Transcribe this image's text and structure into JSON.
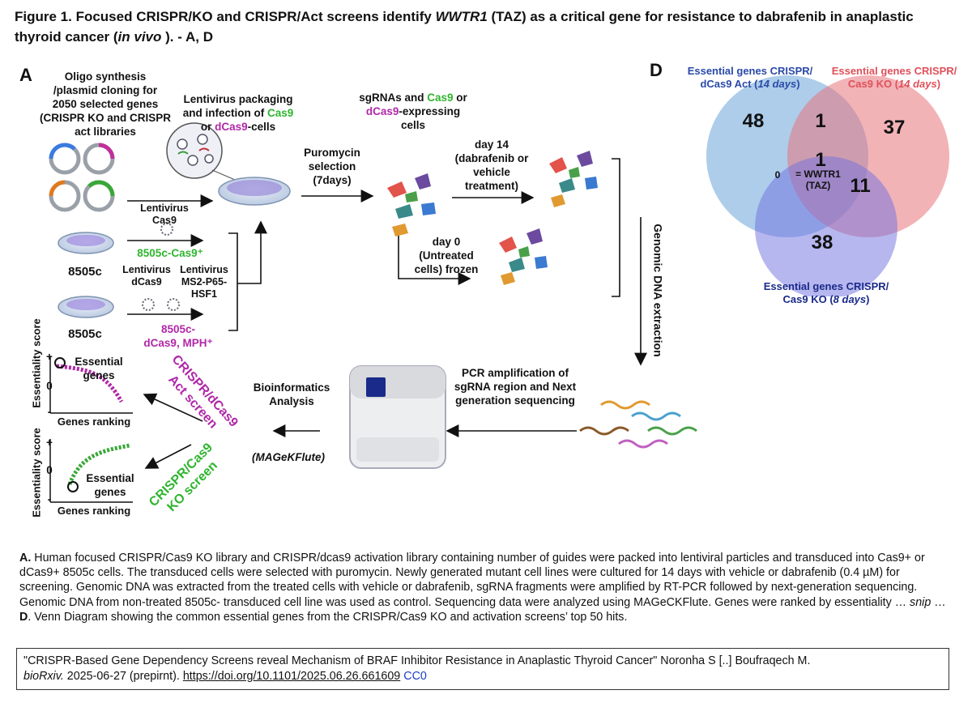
{
  "title": {
    "lead": "Figure 1. Focused CRISPR/KO and CRISPR/Act screens identify ",
    "gene_italic": "WWTR1",
    "mid": " (TAZ) as a critical gene for resistance to dabrafenib in anaplastic thyroid cancer (",
    "in_vivo": "in vivo",
    "tail": " ). - A, D"
  },
  "panel_a": {
    "letter": "A",
    "oligo": [
      "Oligo synthesis",
      "/plasmid cloning for",
      "2050 selected genes",
      "(CRISPR KO and CRISPR",
      "act libraries"
    ],
    "lenti_pack": [
      "Lentivirus packaging",
      "and infection of"
    ],
    "cas9": "Cas9",
    "or": "or",
    "dcas9_cells": "dCas9",
    "cells_suffix": "-cells",
    "sgrnas_1": "sgRNAs and",
    "sgrnas_2": "or",
    "sgrnas_3": "-expressing",
    "sgrnas_4": "cells",
    "puro": [
      "Puromycin",
      "selection",
      "(7days)"
    ],
    "day14": [
      "day 14",
      "(dabrafenib or",
      "vehicle",
      "treatment)"
    ],
    "day0": [
      "day 0",
      "(Untreated",
      "cells) frozen"
    ],
    "lenti_cas9": [
      "Lentivirus",
      "Cas9"
    ],
    "line_8505c_cas9": "8505c-Cas9⁺",
    "cell_8505c_1": "8505c",
    "cell_8505c_2": "8505c",
    "lenti_dcas9": [
      "Lentivirus",
      "dCas9"
    ],
    "lenti_ms2": [
      "Lentivirus",
      "MS2-P65-",
      "HSF1"
    ],
    "line_dcas9": [
      "8505c-",
      "dCas9, MPH⁺"
    ],
    "genomic": "Genomic DNA extraction",
    "pcr": [
      "PCR amplification of",
      "sgRNA region and Next",
      "generation sequencing"
    ],
    "bioinf": [
      "Bioinformatics",
      "Analysis"
    ],
    "magek": "(MAGeKFlute)",
    "act_screen": [
      "CRISPR/dCas9",
      "Act  screen"
    ],
    "ko_screen": [
      "CRISPR/Cas9",
      "KO screen"
    ],
    "ess_score": "Essentiality score",
    "ess_genes": [
      "Essential",
      "genes"
    ],
    "genes_ranking": "Genes ranking",
    "plus": "+",
    "zero": "0",
    "minus": "-"
  },
  "panel_d": {
    "letter": "D",
    "act_label": [
      "Essential genes CRISPR/",
      "dCas9 Act  ("
    ],
    "act_days": "14 days",
    "ko14_label": [
      "Essential genes CRISPR/",
      "Cas9 KO ("
    ],
    "ko14_days": "14 days",
    "ko8_label": [
      "Essential genes CRISPR/",
      "Cas9 KO ("
    ],
    "ko8_days": "8 days",
    "close_paren": ")",
    "n_act_only": "48",
    "n_act_ko14": "1",
    "n_ko14_only": "37",
    "n_all": "1",
    "n_act_ko8": "0",
    "wwtr1": [
      "= WWTR1",
      "(TAZ)"
    ],
    "n_ko14_ko8": "11",
    "n_ko8_only": "38",
    "colors": {
      "act": "#5b9bd5",
      "ko14": "#e8747c",
      "ko8": "#6f6fe0"
    }
  },
  "caption": {
    "a_letter": "A.",
    "a_text": " Human focused CRISPR/Cas9 KO library and CRISPR/dcas9 activation library containing number of guides were packed into lentiviral particles and transduced into Cas9+ or dCas9+ 8505c cells. The transduced cells were selected with puromycin. Newly generated mutant cell lines were cultured for 14 days with vehicle or dabrafenib (0.4 µM) for screening. Genomic DNA was extracted from the treated cells with vehicle or dabrafenib, sgRNA fragments were amplified by RT-PCR followed by next-generation sequencing. Genomic DNA from non-treated 8505c- transduced cell line was used as control. Sequencing data were analyzed using MAGeCKFlute. Genes were ranked by essentiality … ",
    "snip": "snip",
    "d_join": " … ",
    "d_letter": "D",
    "d_text": ". Venn Diagram showing the common essential genes from the CRISPR/Cas9 KO and activation screens’ top 50 hits."
  },
  "citation": {
    "title": "\"CRISPR-Based Gene Dependency Screens reveal Mechanism of BRAF Inhibitor Resistance in Anaplastic Thyroid Cancer\" Noronha S [..] Boufraqech M.",
    "journal": "bioRxiv.",
    "date": " 2025-06-27 (prepirnt). ",
    "doi": "https://doi.org/10.1101/2025.06.26.661609",
    "license": "CC0"
  }
}
